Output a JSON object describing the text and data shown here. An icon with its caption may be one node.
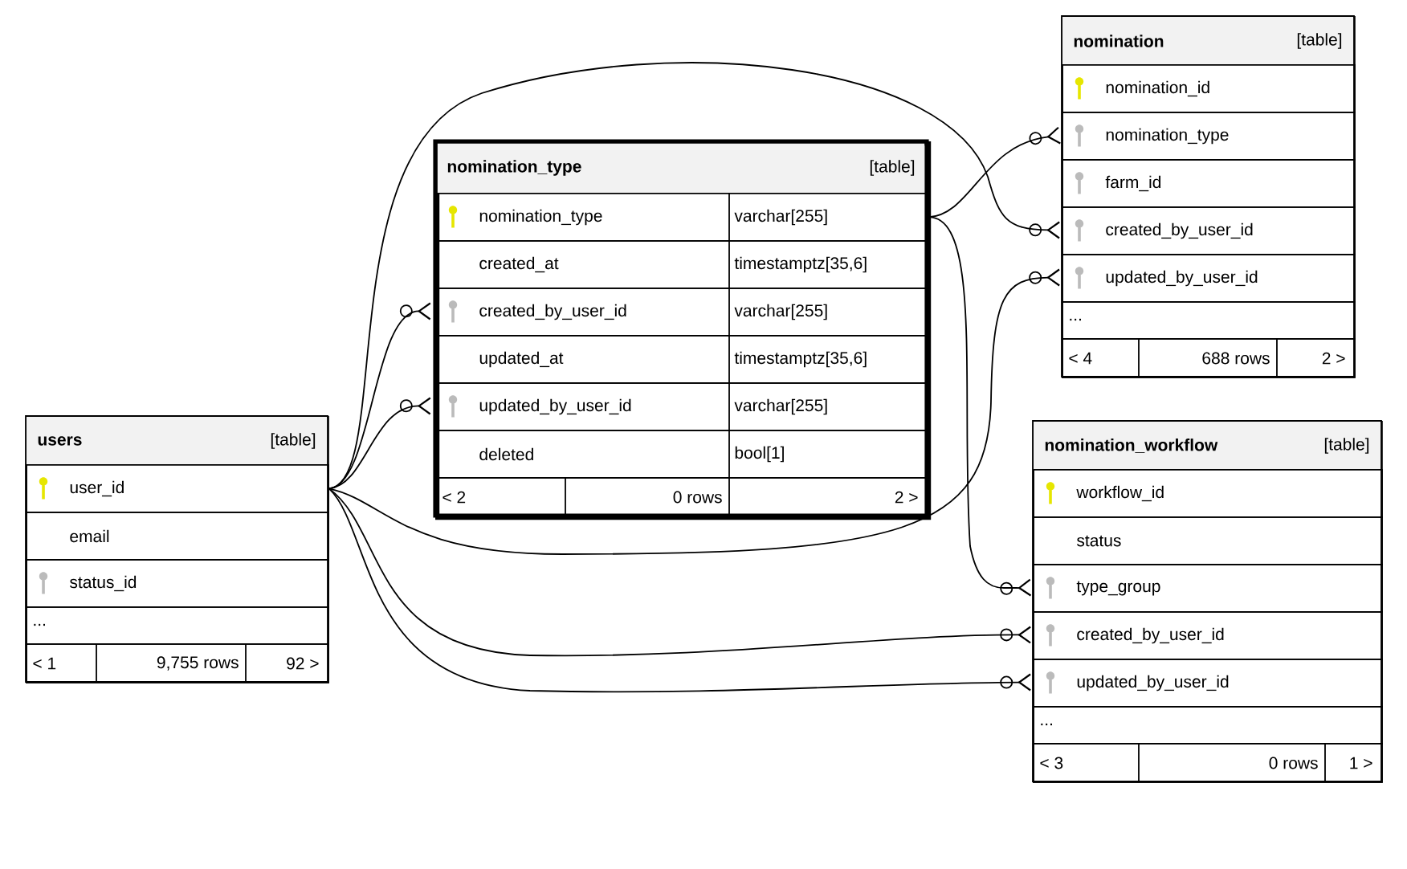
{
  "diagram": {
    "nodes": [
      {
        "text": [
          "users",
          "[table]"
        ]
      },
      {
        "text": [
          "user_id"
        ],
        "in": 0
      },
      {
        "text": [
          "email"
        ],
        "in": 0
      },
      {
        "text": [
          "status_id"
        ],
        "in": 0
      },
      {
        "text": [
          "..."
        ],
        "in": 0
      },
      {
        "text": [
          "< 1",
          "9,755 rows",
          "92 >"
        ],
        "in": 0
      },
      {
        "text": [
          "nomination_type",
          "[table]"
        ]
      },
      {
        "text": [
          "nomination_type",
          "varchar[255]"
        ],
        "in": 6
      },
      {
        "text": [
          "created_at",
          "timestamptz[35,6]"
        ],
        "in": 6
      },
      {
        "text": [
          "created_by_user_id",
          "varchar[255]"
        ],
        "in": 6
      },
      {
        "text": [
          "updated_at",
          "timestamptz[35,6]"
        ],
        "in": 6
      },
      {
        "text": [
          "updated_by_user_id",
          "varchar[255]"
        ],
        "in": 6
      },
      {
        "text": [
          "deleted",
          "bool[1]"
        ],
        "in": 6
      },
      {
        "text": [
          "< 2",
          "0 rows",
          "2 >"
        ],
        "in": 6
      },
      {
        "text": [
          "nomination",
          "[table]"
        ]
      },
      {
        "text": [
          "nomination_id"
        ],
        "in": 14
      },
      {
        "text": [
          "nomination_type"
        ],
        "in": 14
      },
      {
        "text": [
          "farm_id"
        ],
        "in": 14
      },
      {
        "text": [
          "created_by_user_id"
        ],
        "in": 14
      },
      {
        "text": [
          "updated_by_user_id"
        ],
        "in": 14
      },
      {
        "text": [
          "..."
        ],
        "in": 14
      },
      {
        "text": [
          "< 4",
          "688 rows",
          "2 >"
        ],
        "in": 14
      },
      {
        "text": [
          "nomination_workflow",
          "[table]"
        ]
      },
      {
        "text": [
          "workflow_id"
        ],
        "in": 22
      },
      {
        "text": [
          "status"
        ],
        "in": 22
      },
      {
        "text": [
          "type_group"
        ],
        "in": 22
      },
      {
        "text": [
          "created_by_user_id"
        ],
        "in": 22
      },
      {
        "text": [
          "updated_by_user_id"
        ],
        "in": 22
      },
      {
        "text": [
          "..."
        ],
        "in": 22
      },
      {
        "text": [
          "< 3",
          "0 rows",
          "1 >"
        ],
        "in": 22
      }
    ],
    "edges": [
      {
        "from": 1,
        "to": 9,
        "arrow": "other"
      },
      {
        "from": 1,
        "to": 11,
        "arrow": "other"
      },
      {
        "from": 1,
        "to": 18,
        "arrow": "other"
      },
      {
        "from": 1,
        "to": 19,
        "arrow": "other"
      },
      {
        "from": 1,
        "to": 26,
        "arrow": "other"
      },
      {
        "from": 1,
        "to": 27,
        "arrow": "other"
      },
      {
        "from": 7,
        "to": 16,
        "arrow": "other"
      },
      {
        "from": 7,
        "to": 25,
        "arrow": "other"
      }
    ]
  }
}
